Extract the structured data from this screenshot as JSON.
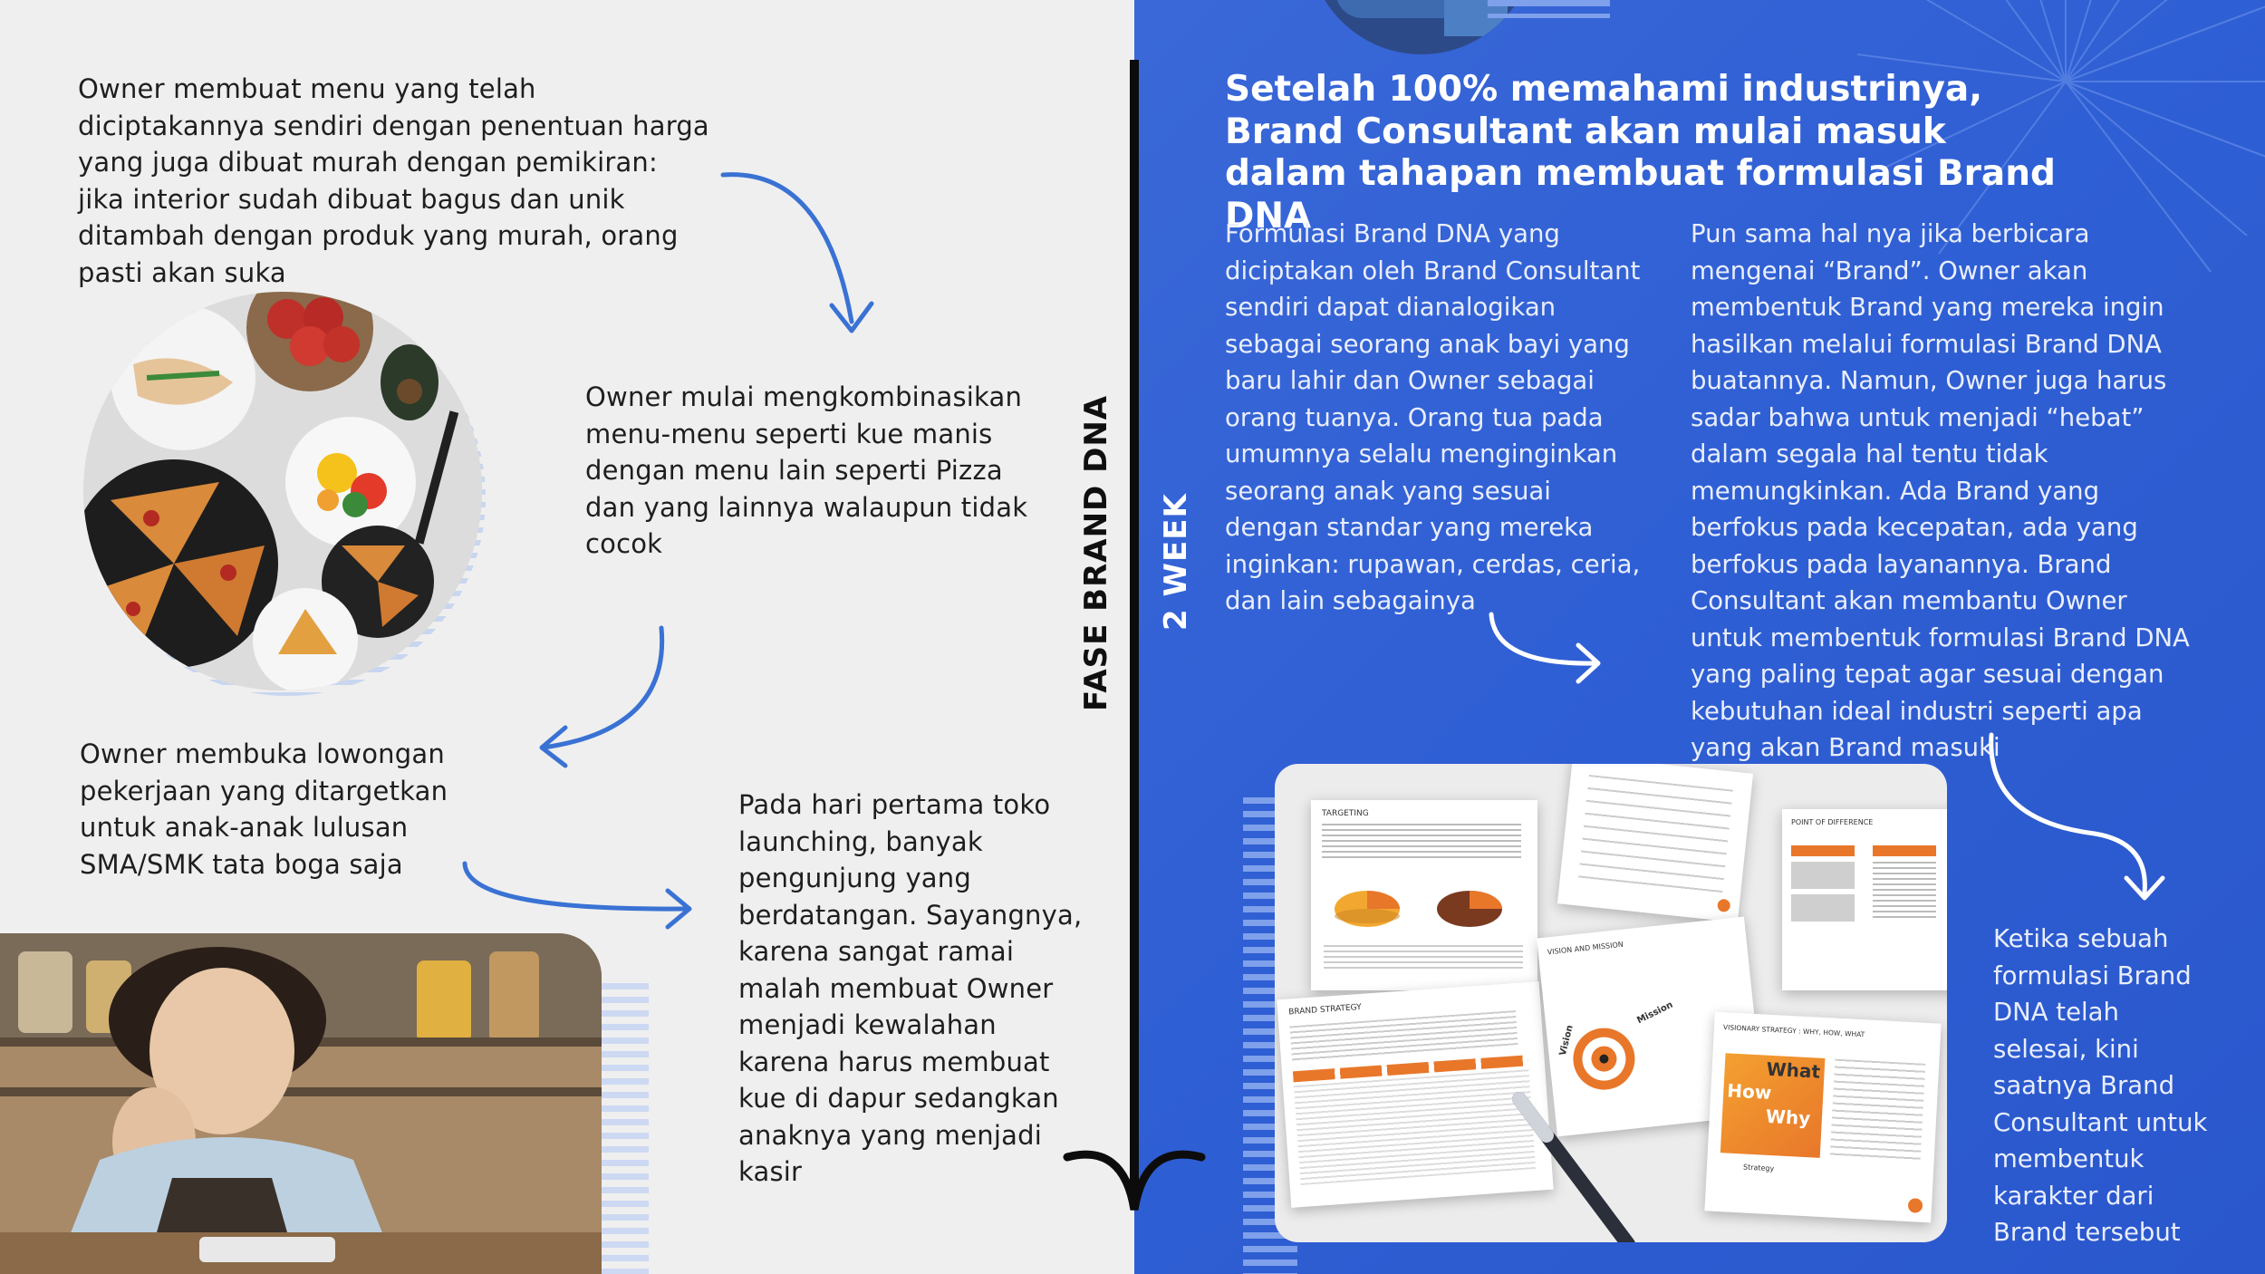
{
  "left": {
    "text1": "Owner membuat menu yang telah diciptakannya sendiri dengan penentuan harga yang juga dibuat murah dengan pemikiran: jika interior sudah dibuat bagus dan unik ditambah dengan produk yang murah, orang pasti akan suka",
    "text2": "Owner mulai mengkombinasikan menu-menu seperti kue manis dengan menu lain seperti Pizza dan yang lainnya walaupun tidak cocok",
    "text3": "Owner membuka lowongan pekerjaan yang ditargetkan untuk anak-anak lulusan SMA/SMK tata boga saja",
    "text4": "Pada hari pertama toko launching, banyak pengunjung yang berdatangan. Sayangnya, karena sangat ramai malah membuat Owner menjadi kewalahan karena harus membuat kue di dapur sedangkan anaknya yang menjadi kasir"
  },
  "timeline": {
    "phase_label": "FASE BRAND DNA",
    "duration_label": "2 WEEK"
  },
  "right": {
    "heading": "Setelah 100% memahami industrinya, Brand Consultant akan mulai masuk dalam tahapan membuat formulasi Brand DNA",
    "col1": "Formulasi Brand DNA yang diciptakan oleh Brand Consultant sendiri dapat dianalogikan sebagai seorang anak bayi yang baru lahir dan Owner sebagai orang tuanya. Orang tua pada umumnya selalu menginginkan seorang anak yang sesuai dengan standar yang mereka inginkan: rupawan, cerdas, ceria, dan lain sebagainya",
    "col2": "Pun sama hal nya jika berbicara mengenai “Brand”. Owner akan membentuk Brand yang mereka ingin hasilkan melalui formulasi Brand DNA buatannya. Namun, Owner juga harus sadar bahwa untuk menjadi “hebat” dalam segala hal tentu tidak memungkinkan. Ada Brand yang berfokus pada kecepatan, ada yang berfokus pada layanannya. Brand Consultant akan membantu Owner untuk membentuk formulasi Brand DNA yang paling tepat agar sesuai dengan kebutuhan ideal industri seperti apa yang akan Brand masuki",
    "col3": "Ketika sebuah formulasi Brand DNA telah selesai, kini saatnya Brand Consultant untuk membentuk karakter dari Brand tersebut"
  },
  "doc_mockup": {
    "targeting": "TARGETING",
    "point_of_difference": "POINT OF DIFFERENCE",
    "brand_strategy": "BRAND STRATEGY",
    "vision_mission": "VISION AND MISSION",
    "visionary_strategy": "VISIONARY STRATEGY : WHY, HOW, WHAT",
    "what": "What",
    "how": "How",
    "why": "Why",
    "vision": "Vision",
    "mission": "Mission",
    "strategy": "Strategy"
  },
  "colors": {
    "left_bg": "#efefef",
    "right_bg": "#2f5fd4",
    "arrow_blue": "#3a72d4",
    "accent_orange": "#e8772a"
  }
}
